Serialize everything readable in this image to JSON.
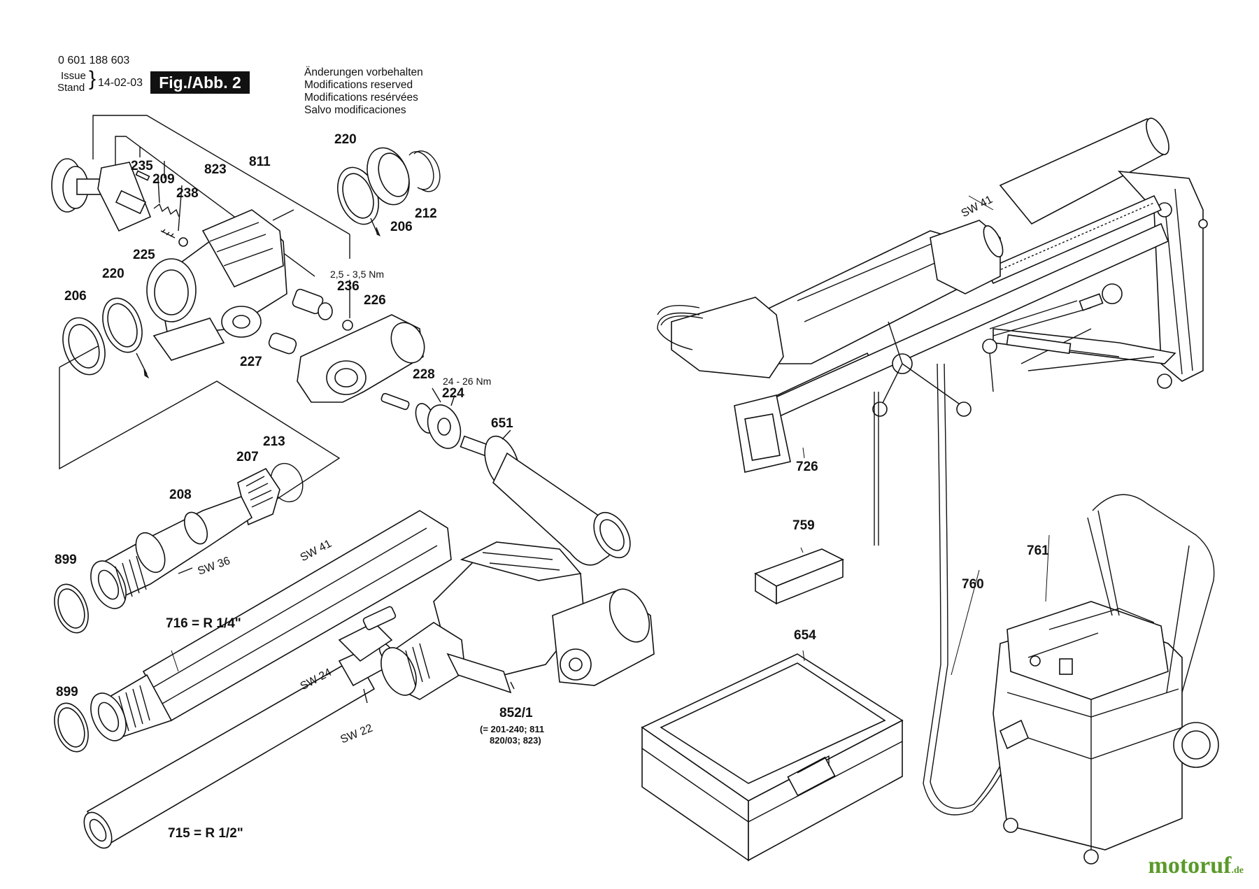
{
  "header": {
    "part_number": "0 601 188 603",
    "issue_label": "Issue",
    "stand_label": "Stand",
    "issue_date": "14-02-03",
    "figure_label": "Fig./Abb. 2",
    "notice": [
      "Änderungen vorbehalten",
      "Modifications reserved",
      "Modifications resérvées",
      "Salvo modificaciones"
    ]
  },
  "labels": {
    "p811": "811",
    "p823": "823",
    "p235": "235",
    "p209": "209",
    "p238": "238",
    "p220a": "220",
    "p212": "212",
    "p206a": "206",
    "torque1": "2,5 - 3,5 Nm",
    "p236": "236",
    "p226": "226",
    "p225": "225",
    "p220b": "220",
    "p206b": "206",
    "p227": "227",
    "p228": "228",
    "torque2": "24 - 26 Nm",
    "p224": "224",
    "p651": "651",
    "p213": "213",
    "p207": "207",
    "p208": "208",
    "p899a": "899",
    "sw36": "SW 36",
    "sw41a": "SW 41",
    "p716": "716 = R 1/4\"",
    "p899b": "899",
    "sw24": "SW 24",
    "sw22": "SW 22",
    "p852": "852/1",
    "p852_note1": "(= 201-240; 811",
    "p852_note2": "820/03; 823)",
    "p715": "715 = R 1/2\"",
    "sw41b": "SW 41",
    "p726": "726",
    "p759": "759",
    "p761": "761",
    "p760": "760",
    "p654": "654"
  },
  "brand": {
    "name": "motoruf",
    "suffix": ".de",
    "color": "#5a9a2a"
  }
}
